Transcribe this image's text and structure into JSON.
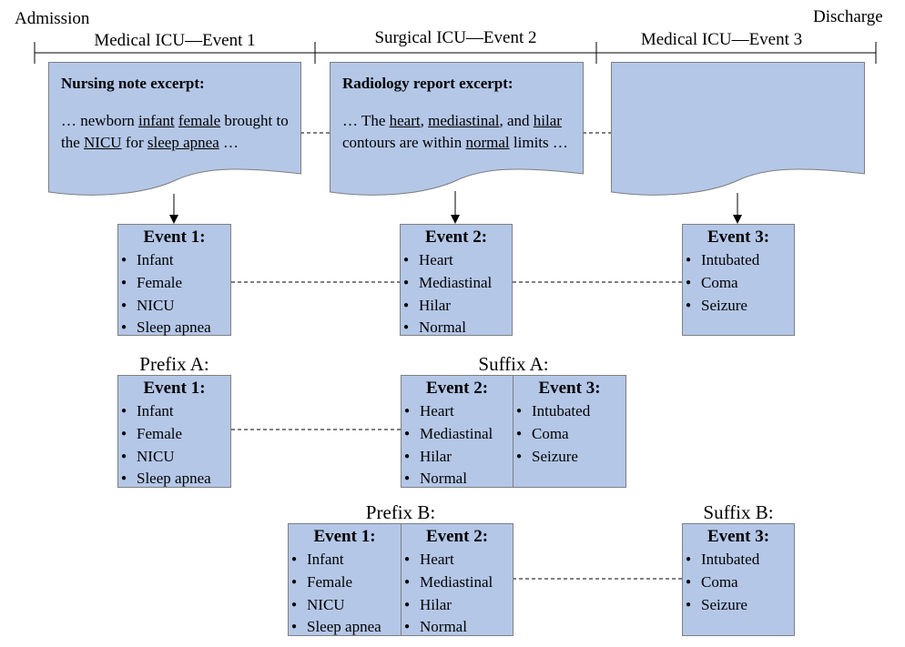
{
  "timeline": {
    "admission": "Admission",
    "discharge": "Discharge",
    "segments": [
      "Medical ICU—Event 1",
      "Surgical ICU—Event 2",
      "Medical ICU—Event 3"
    ]
  },
  "notes": {
    "nursing": {
      "title": "Nursing note excerpt:",
      "t1": "… newborn ",
      "u1": "infant",
      "t2": " ",
      "u2": "female",
      "t3": " brought to the ",
      "u3": "NICU",
      "t4": " for ",
      "u4": "sleep apnea",
      "t5": " …"
    },
    "radiology": {
      "title": "Radiology report excerpt:",
      "t1": "… The ",
      "u1": "heart",
      "t2": ", ",
      "u2": "mediastinal",
      "t3": ", and ",
      "u3": "hilar",
      "t4": " contours are within ",
      "u4": "normal",
      "t5": " limits …"
    }
  },
  "events": {
    "e1": {
      "title": "Event 1:",
      "items": [
        "Infant",
        "Female",
        "NICU",
        "Sleep apnea"
      ]
    },
    "e2": {
      "title": "Event 2:",
      "items": [
        "Heart",
        "Mediastinal",
        "Hilar",
        "Normal"
      ]
    },
    "e3": {
      "title": "Event 3:",
      "items": [
        "Intubated",
        "Coma",
        "Seizure"
      ]
    }
  },
  "labels": {
    "prefix_a": "Prefix A:",
    "suffix_a": "Suffix A:",
    "prefix_b": "Prefix B:",
    "suffix_b": "Suffix B:"
  },
  "colors": {
    "box_fill": "#b4c7e7",
    "box_border": "#7f7f7f"
  }
}
